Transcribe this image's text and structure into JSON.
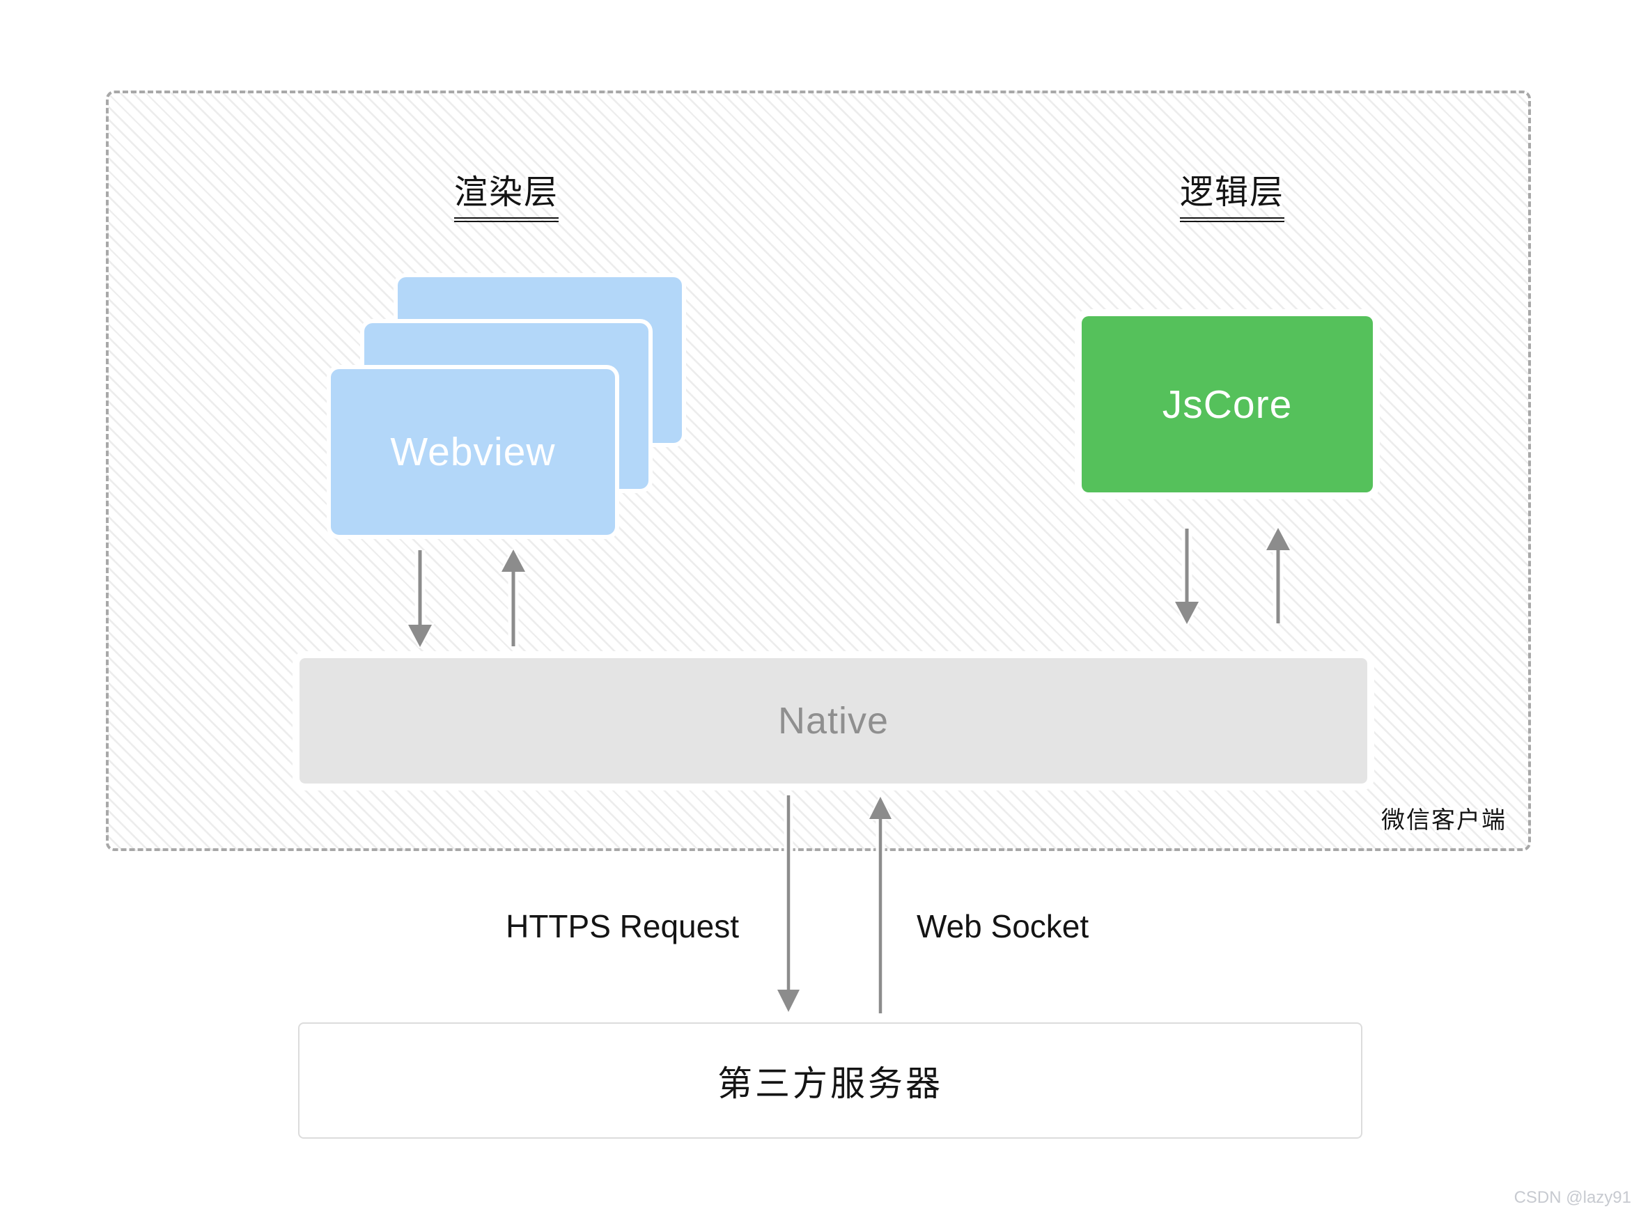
{
  "diagram": {
    "render_layer_title": "渲染层",
    "logic_layer_title": "逻辑层",
    "webview_label": "Webview",
    "jscore_label": "JsCore",
    "native_label": "Native",
    "https_label": "HTTPS Request",
    "websocket_label": "Web Socket",
    "server_label": "第三方服务器",
    "client_label": "微信客户端",
    "watermark": "CSDN @lazy91"
  },
  "colors": {
    "webview_blue": "#b3d7f9",
    "jscore_green": "#55c15b",
    "native_gray": "#e4e4e4",
    "native_text": "#8f8f8f",
    "arrow_gray": "#8c8c8c",
    "dash_border": "#a8a8a8",
    "hatch_line": "#ececec",
    "text_dark": "#141414",
    "server_border": "#dcdcdc",
    "watermark_gray": "#c7cad0"
  }
}
